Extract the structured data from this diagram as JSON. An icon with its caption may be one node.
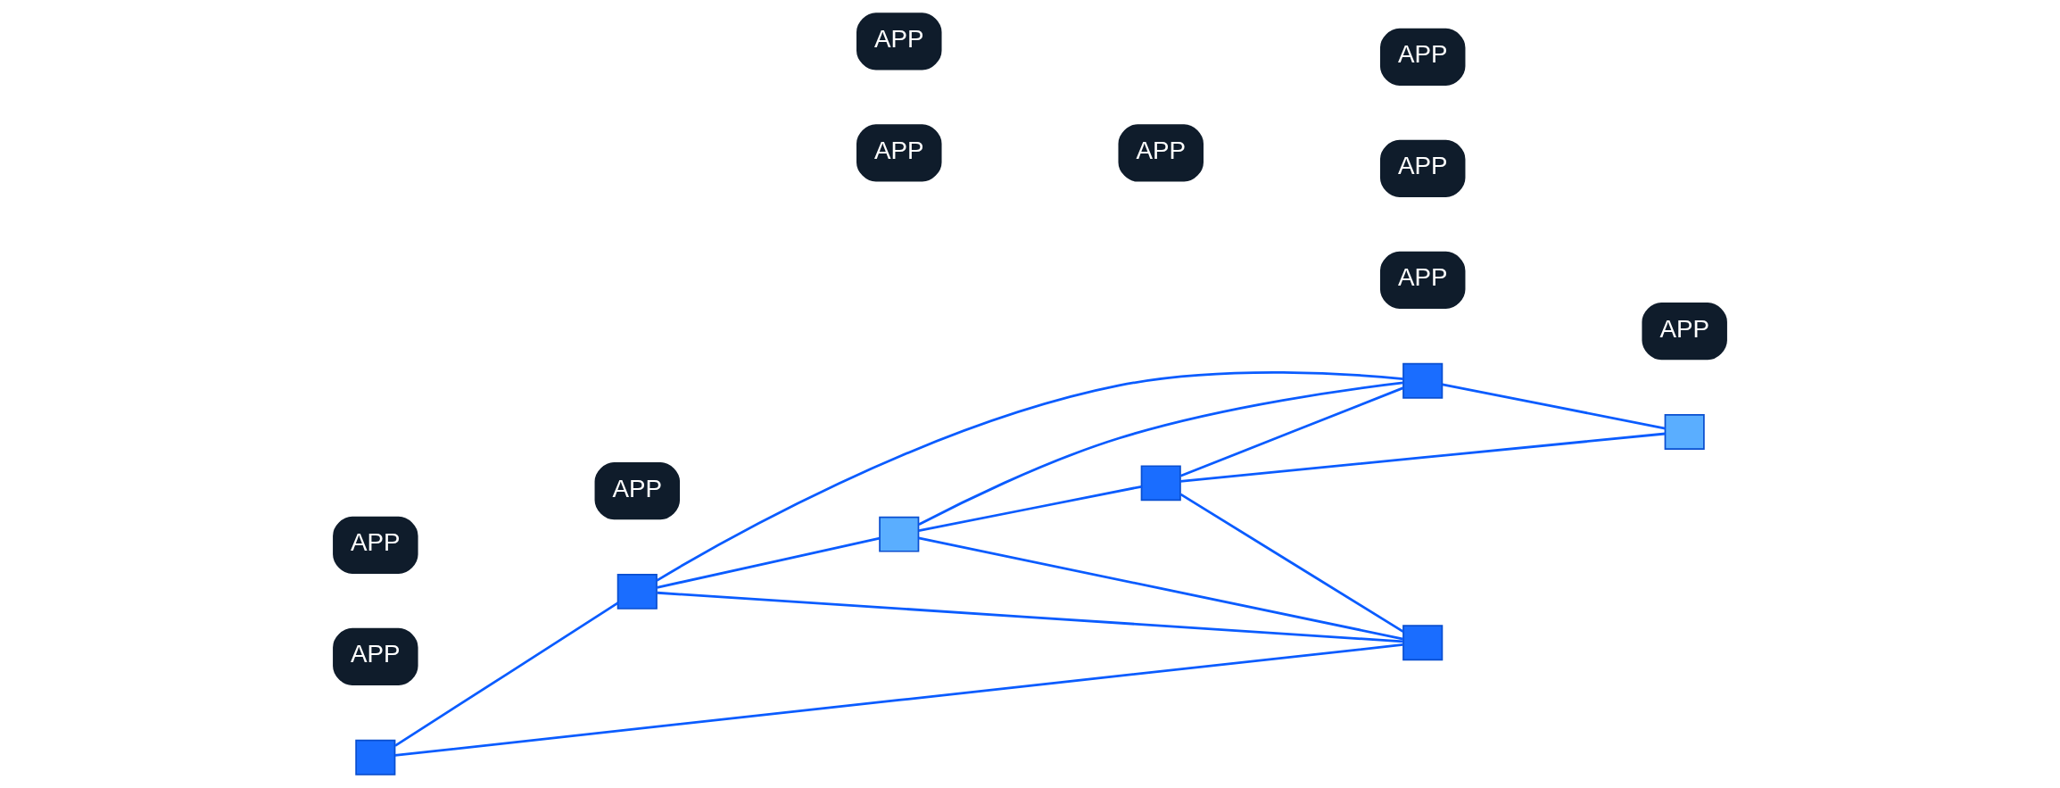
{
  "diagram": {
    "nodes": [
      {
        "text": [],
        "shape": "box"
      },
      {
        "text": [],
        "shape": "box"
      },
      {
        "text": [],
        "shape": "box"
      },
      {
        "text": [],
        "shape": "box"
      },
      {
        "text": [],
        "shape": "box"
      },
      {
        "text": [],
        "shape": "box"
      },
      {
        "text": [],
        "shape": "box"
      },
      {
        "text": [
          "APP"
        ]
      },
      {
        "text": [
          "APP"
        ]
      },
      {
        "text": [
          "APP"
        ]
      },
      {
        "text": [
          "APP"
        ]
      },
      {
        "text": [
          "APP"
        ]
      },
      {
        "text": [
          "APP"
        ]
      },
      {
        "text": [
          "APP"
        ]
      },
      {
        "text": [
          "APP"
        ]
      },
      {
        "text": [
          "APP"
        ]
      },
      {
        "text": [
          "APP"
        ]
      }
    ],
    "edges": [
      {
        "from": 0,
        "to": 1,
        "arrow": "none"
      },
      {
        "from": 0,
        "to": 4,
        "arrow": "none"
      },
      {
        "from": 1,
        "to": 2,
        "arrow": "none"
      },
      {
        "from": 1,
        "to": 4,
        "arrow": "none"
      },
      {
        "from": 1,
        "to": 5,
        "arrow": "none"
      },
      {
        "from": 2,
        "to": 4,
        "arrow": "none"
      },
      {
        "from": 2,
        "to": 3,
        "arrow": "none"
      },
      {
        "from": 2,
        "to": 5,
        "arrow": "none"
      },
      {
        "from": 3,
        "to": 4,
        "arrow": "none"
      },
      {
        "from": 3,
        "to": 5,
        "arrow": "none"
      },
      {
        "from": 3,
        "to": 6,
        "arrow": "none"
      },
      {
        "from": 5,
        "to": 6,
        "arrow": "none"
      }
    ]
  }
}
